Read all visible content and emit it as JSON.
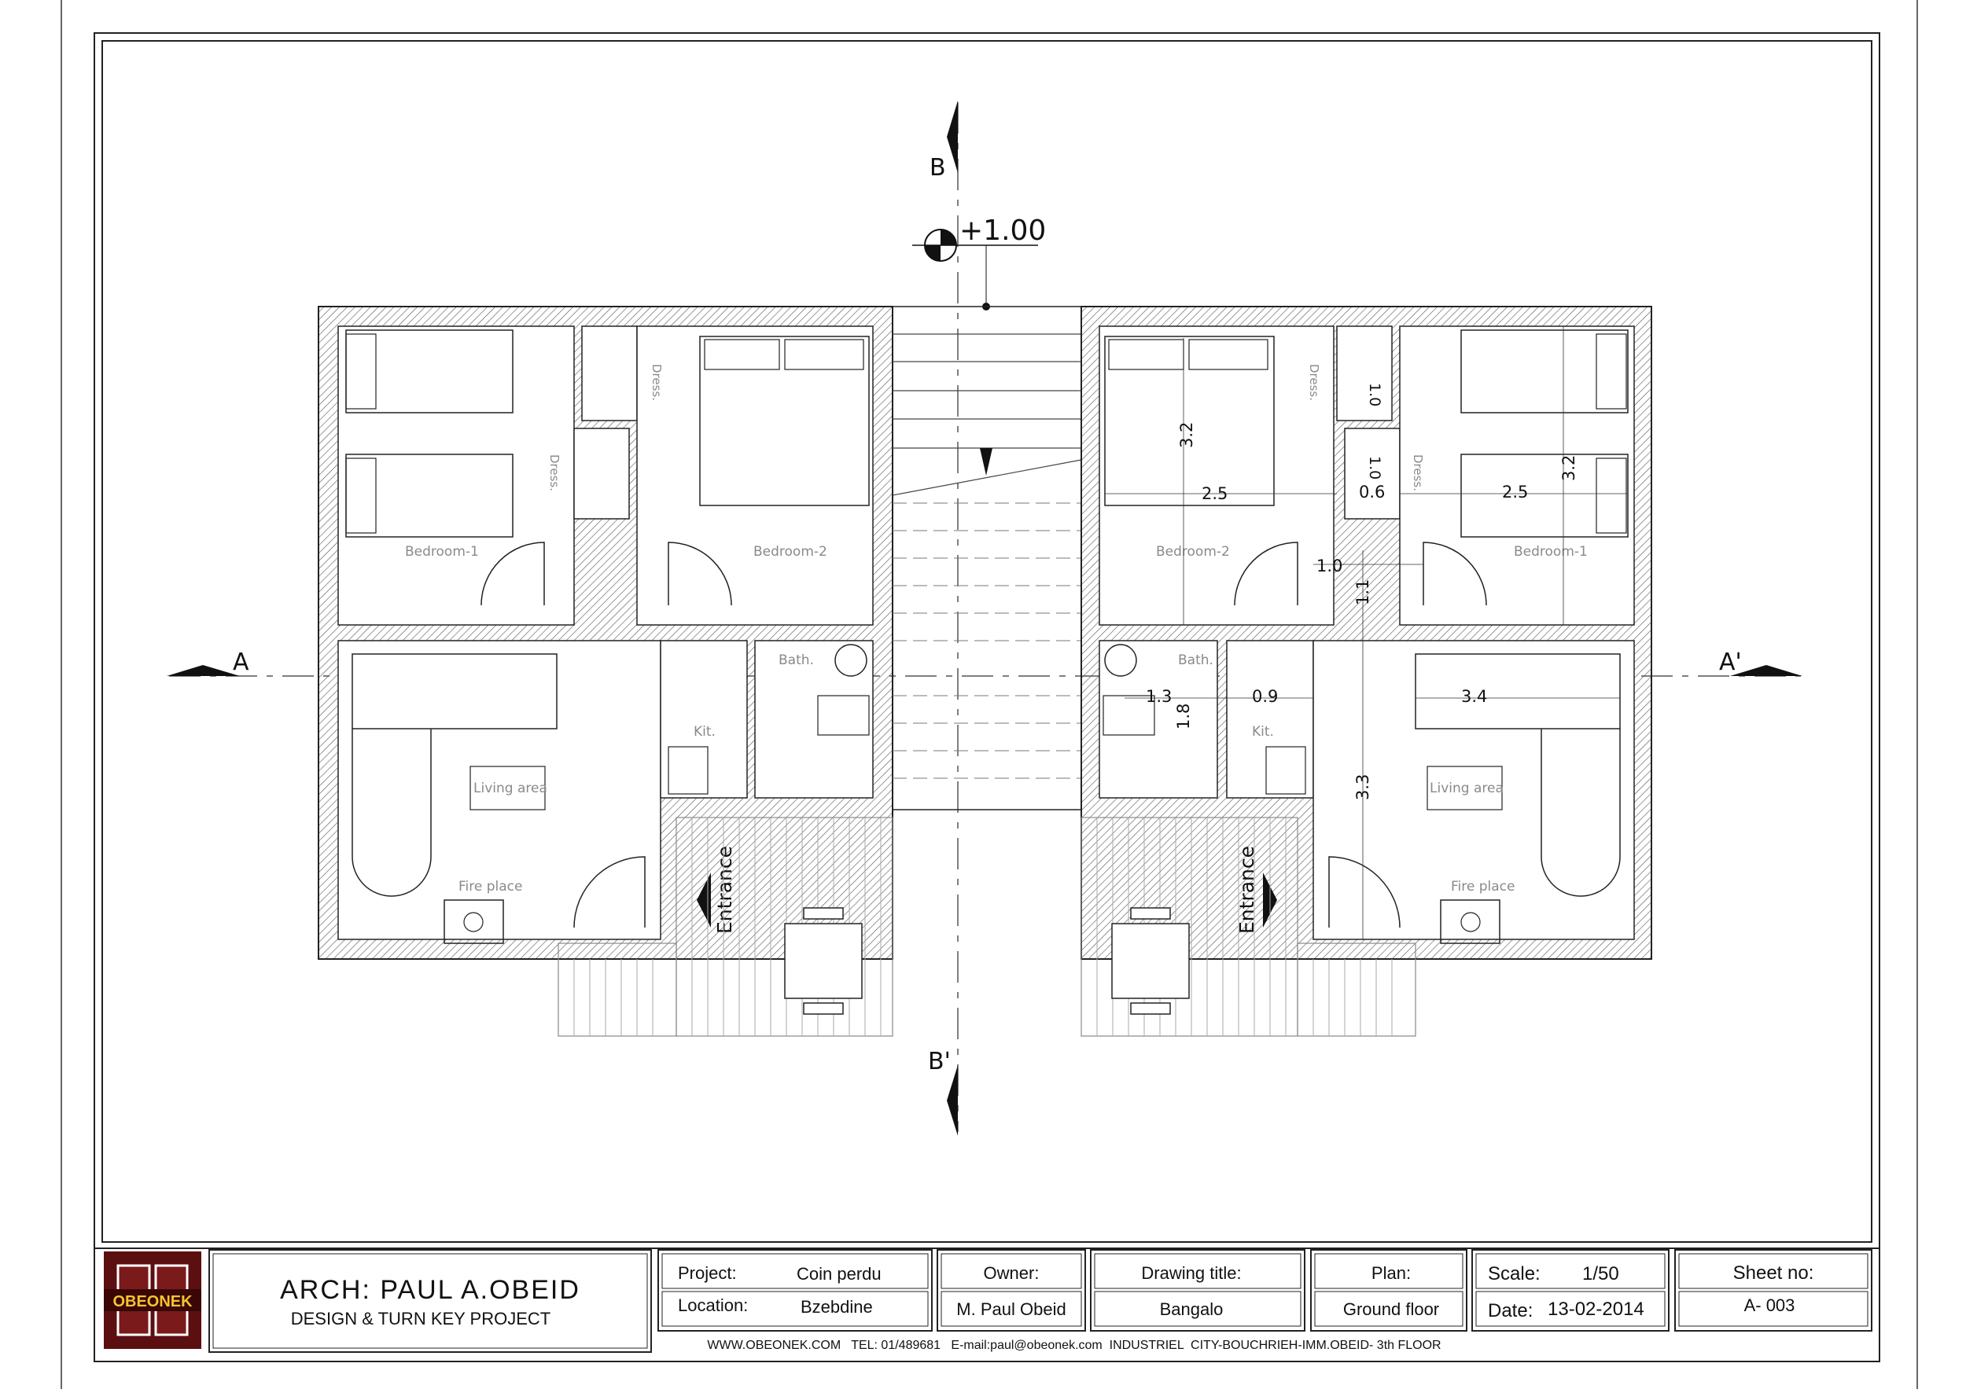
{
  "plan": {
    "level_marker": "+1.00",
    "section_labels": {
      "a_left": "A",
      "a_right": "A'",
      "b_top": "B",
      "b_bottom": "B'"
    },
    "rooms": {
      "left_bedroom_1": "Bedroom-1",
      "left_bedroom_2": "Bedroom-2",
      "right_bedroom_2": "Bedroom-2",
      "right_bedroom_1": "Bedroom-1",
      "dress": "Dress.",
      "bath": "Bath.",
      "kitchen": "Kit.",
      "living_area": "Living area",
      "fire_place": "Fire place",
      "entrance": "Entrance"
    },
    "dimensions": {
      "d1": "3.2",
      "d2": "2.5",
      "d3": "1.0",
      "d4": "1.0",
      "d5": "0.6",
      "d6": "2.5",
      "d7": "3.2",
      "d8": "1.0",
      "d9": "1.1",
      "d10": "1.3",
      "d11": "0.9",
      "d12": "1.8",
      "d13": "3.4",
      "d14": "3.3"
    }
  },
  "title_block": {
    "logo_text": "OBEONEK",
    "architect": "ARCH: PAUL A.OBEID",
    "tagline": "DESIGN & TURN KEY PROJECT",
    "project_label": "Project:",
    "project_value": "Coin perdu",
    "location_label": "Location:",
    "location_value": "Bzebdine",
    "owner_label": "Owner:",
    "owner_value": "M. Paul Obeid",
    "drawing_title_label": "Drawing title:",
    "drawing_title_value": "Bangalo",
    "plan_label": "Plan:",
    "plan_value": "Ground floor",
    "scale_label": "Scale:",
    "scale_value": "1/50",
    "date_label": "Date:",
    "date_value": "13-02-2014",
    "sheet_label": "Sheet no:",
    "sheet_value": "A- 003",
    "contact_line": "WWW.OBEONEK.COM   TEL: 01/489681   E-mail:paul@obeonek.com  INDUSTRIEL  CITY-BOUCHRIEH-IMM.OBEID- 3th FLOOR"
  }
}
